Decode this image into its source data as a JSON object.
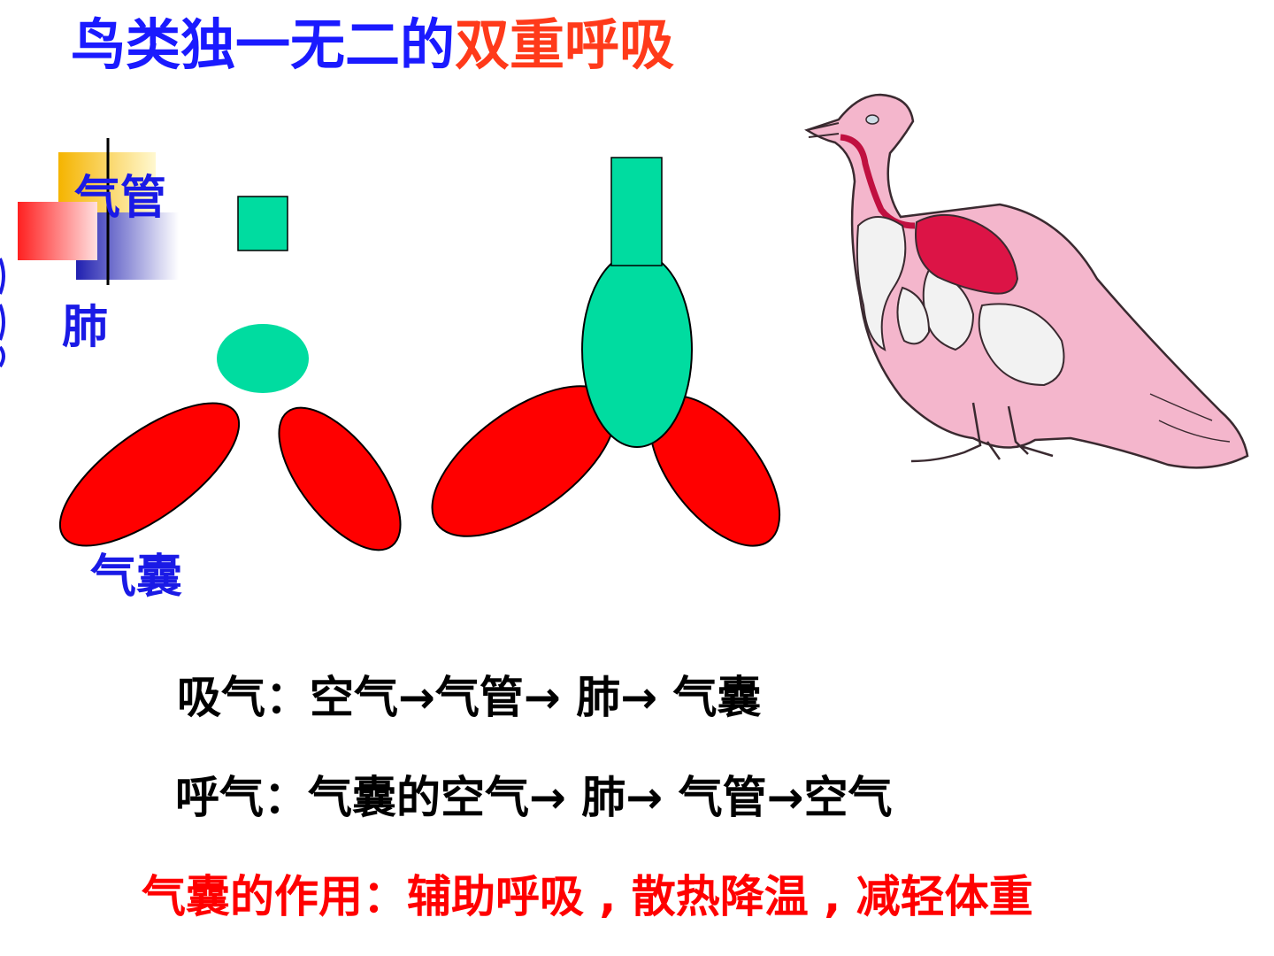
{
  "title": {
    "part_blue": "鸟类独一无二的",
    "part_red": "双重呼吸"
  },
  "labels": {
    "trachea": "气管",
    "lung": "肺",
    "air_sac": "气囊"
  },
  "inhale_line": "吸气：空气→气管→ 肺→ 气囊",
  "exhale_line": "呼气：气囊的空气→ 肺→ 气管→空气",
  "function_line": "气囊的作用：辅助呼吸 , 散热降温 , 减轻体重",
  "colors": {
    "title_blue": "#1a1aff",
    "title_red": "#ff3a1a",
    "label_blue": "#1a1ae6",
    "lung_green": "#00dca0",
    "air_sac_red": "#ff0000",
    "bird_pink": "#f4b6cc",
    "bird_lung": "#dc1446",
    "air_sac_white": "#f2f2f2"
  },
  "icons": {
    "bird_illustration": "bird-respiratory-system-illustration"
  }
}
